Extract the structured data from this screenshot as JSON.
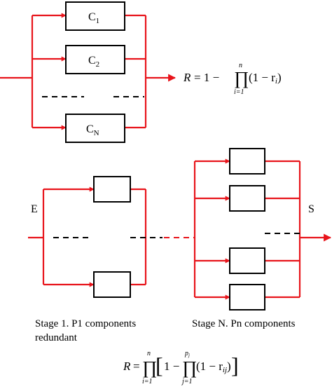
{
  "top": {
    "components": [
      {
        "base": "C",
        "sub": "1"
      },
      {
        "base": "C",
        "sub": "2"
      },
      {
        "base": "C",
        "sub": "N"
      }
    ],
    "formula": {
      "lhs": "R",
      "rhs_start": "= 1 −",
      "upper": "n",
      "lower": "i=1",
      "term": "(1 − r",
      "term_sub": "i",
      "close": ")"
    }
  },
  "bottom": {
    "input_label": "E",
    "output_label": "S",
    "caption_left_line1": "Stage 1. P1 components",
    "caption_left_line2": "redundant",
    "caption_right": "Stage N. Pn components",
    "formula": {
      "lhs": "R",
      "eq": "=",
      "outer_upper": "n",
      "outer_lower": "i=1",
      "bracket_open": "[",
      "one_minus": "1 −",
      "inner_upper": "p",
      "inner_upper_sub": "j",
      "inner_lower": "j=1",
      "term": "(1 − r",
      "term_sub": "ij",
      "close": ")",
      "bracket_close": "]"
    }
  }
}
